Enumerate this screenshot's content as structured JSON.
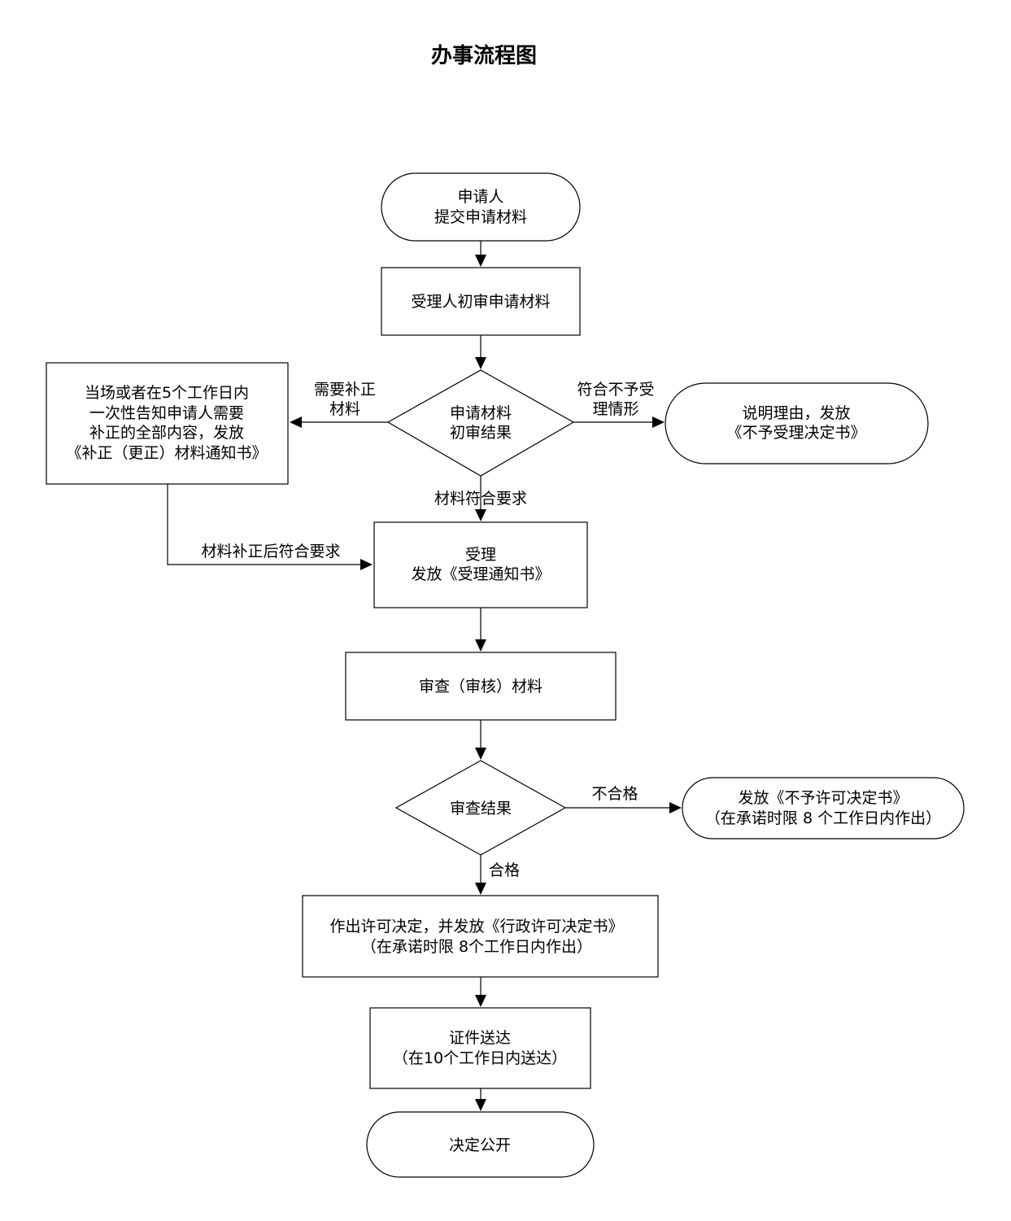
{
  "title": "办事流程图",
  "nodes": {
    "start": [
      "申请人",
      "提交申请材料"
    ],
    "initial_review": [
      "受理人初审申请材料"
    ],
    "initial_result": [
      "申请材料",
      "初审结果"
    ],
    "supplement_notice": [
      "当场或者在5个工作日内",
      "一次性告知申请人需要",
      "补正的全部内容，发放",
      "《补正（更正）材料通知书》"
    ],
    "reject_accept": [
      "说明理由，发放",
      "《不予受理决定书》"
    ],
    "accept": [
      "受理",
      "发放《受理通知书》"
    ],
    "review": [
      "审查（审核）材料"
    ],
    "review_result": [
      "审查结果"
    ],
    "deny_permit": [
      "发放《不予许可决定书》",
      "（在承诺时限 8 个工作日内作出）"
    ],
    "grant_permit": [
      "作出许可决定，并发放《行政许可决定书》",
      "（在承诺时限  8个工作日内作出）"
    ],
    "delivery": [
      "证件送达",
      "（在10个工作日内送达）"
    ],
    "publish": [
      "决定公开"
    ]
  },
  "edges": {
    "need_supplement": [
      "需要补正",
      "材料"
    ],
    "not_accept": [
      "符合不予受",
      "理情形"
    ],
    "meets_requirements": [
      "材料符合要求"
    ],
    "after_supplement": [
      "材料补正后符合要求"
    ],
    "fail": [
      "不合格"
    ],
    "pass": [
      "合格"
    ]
  }
}
